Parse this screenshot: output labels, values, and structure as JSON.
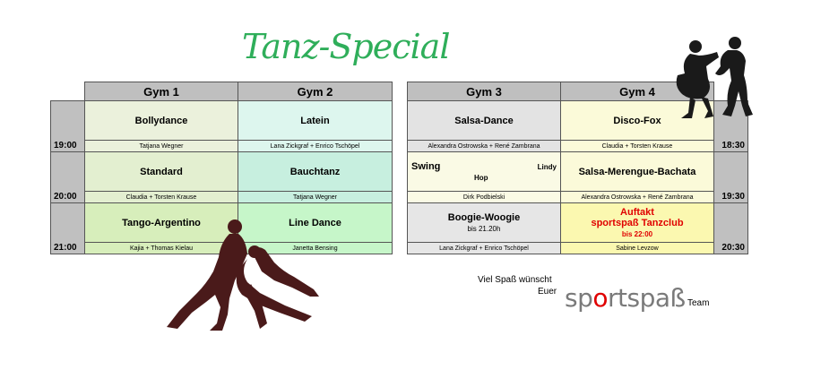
{
  "title": "Tanz-Special",
  "left_table": {
    "headers": [
      "Gym 1",
      "Gym 2"
    ],
    "times": [
      "19:00",
      "20:00",
      "21:00"
    ],
    "rows": [
      {
        "gym1": {
          "dance": "Bollydance",
          "names": "Tatjana Wegner"
        },
        "gym2": {
          "dance": "Latein",
          "names": "Lana Zickgraf + Enrico Tschöpel"
        }
      },
      {
        "gym1": {
          "dance": "Standard",
          "names": "Claudia + Torsten Krause"
        },
        "gym2": {
          "dance": "Bauchtanz",
          "names": "Tatjana Wegner"
        }
      },
      {
        "gym1": {
          "dance": "Tango-Argentino",
          "names": "Kajia + Thomas Kielau"
        },
        "gym2": {
          "dance": "Line Dance",
          "names": "Janetta Bensing"
        }
      }
    ]
  },
  "right_table": {
    "headers": [
      "Gym 3",
      "Gym 4"
    ],
    "times": [
      "18:30",
      "19:30",
      "20:30"
    ],
    "rows": [
      {
        "gym3": {
          "dance": "Salsa-Dance",
          "names": "Alexandra Ostrowska + René Zambrana"
        },
        "gym4": {
          "dance": "Disco-Fox",
          "names": "Claudia + Torsten Krause"
        }
      },
      {
        "gym3": {
          "dance_part1": "Swing",
          "dance_part2": "Hop",
          "dance_part3": "Lindy",
          "names": "Dirk Podbielski"
        },
        "gym4": {
          "dance": "Salsa-Merengue-Bachata",
          "names": "Alexandra Ostrowska + René Zambrana"
        }
      },
      {
        "gym3": {
          "dance": "Boogie-Woogie",
          "note": "bis 21.20h",
          "names": "Lana Zickgraf + Enrico Tschöpel"
        },
        "gym4": {
          "dance_line1": "Auftakt",
          "dance_line2": "sportspaß Tanzclub",
          "note": "bis 22:00",
          "names": "Sabine Levzow"
        }
      }
    ]
  },
  "footer": {
    "line1": "Viel Spaß wünscht",
    "line2": "Euer",
    "logo_a": "sp",
    "logo_dot": "o",
    "logo_b": "rtspaß",
    "team": "Team"
  },
  "colors": {
    "title": "#2fae5a",
    "header": "#bfbfbf",
    "time": "#c0c0c0",
    "highlight": "#e00000"
  }
}
